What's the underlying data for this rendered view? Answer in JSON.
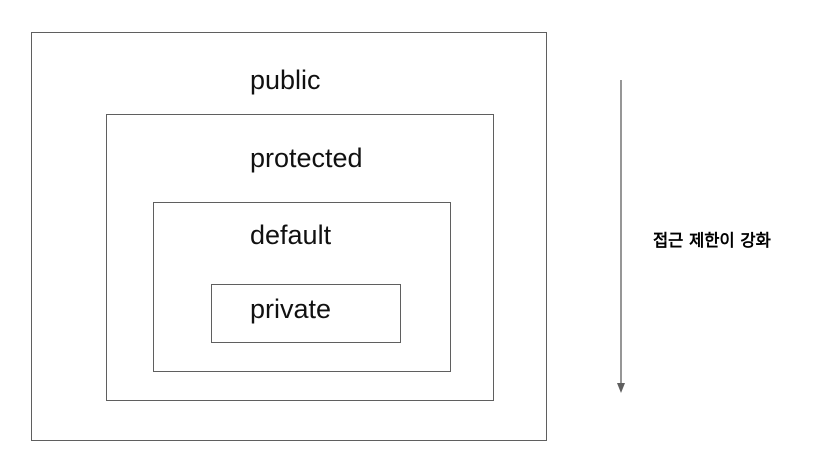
{
  "diagram": {
    "levels": [
      {
        "label": "public"
      },
      {
        "label": "protected"
      },
      {
        "label": "default"
      },
      {
        "label": "private"
      }
    ],
    "side_label": "접근 제한이 강화",
    "colors": {
      "border": "#5f5f5f",
      "text": "#111111",
      "arrow": "#5f5f5f",
      "background": "#ffffff"
    }
  }
}
